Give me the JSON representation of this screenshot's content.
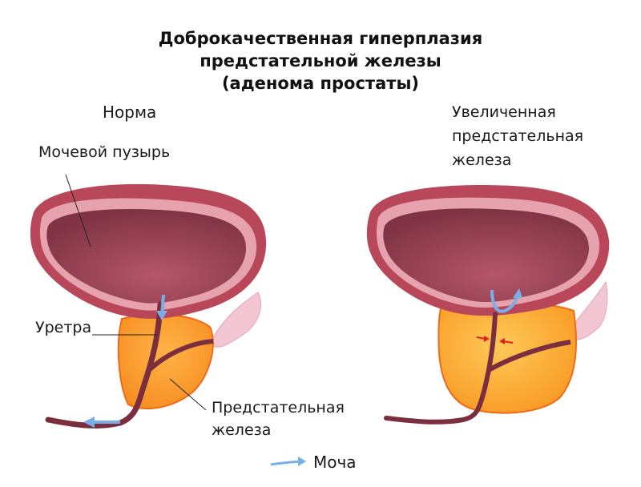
{
  "title": {
    "line1": "Доброкачественная гиперплазия",
    "line2": "предстательной железы",
    "line3": "(аденома простаты)"
  },
  "left_panel": {
    "heading": "Норма",
    "labels": {
      "bladder": "Мочевой пузырь",
      "urethra": "Уретра",
      "prostate_line1": "Предстательная",
      "prostate_line2": "железа"
    }
  },
  "right_panel": {
    "heading_line1": "Увеличенная",
    "heading_line2": "предстательная",
    "heading_line3": "железа"
  },
  "legend": {
    "arrow_icon": "blue-arrow-icon",
    "label": "Моча"
  },
  "colors": {
    "bladder_outer": "#b9475a",
    "bladder_wall": "#e7a3ad",
    "bladder_inner": "#8b3a4a",
    "prostate": "#f7941d",
    "prostate_enlarged": "#f9a825",
    "urethra": "#7a2e3e",
    "urine_arrow": "#7aaee6",
    "compression_arrow": "#e02020",
    "seminal_vesicle": "#f3c6d3"
  }
}
